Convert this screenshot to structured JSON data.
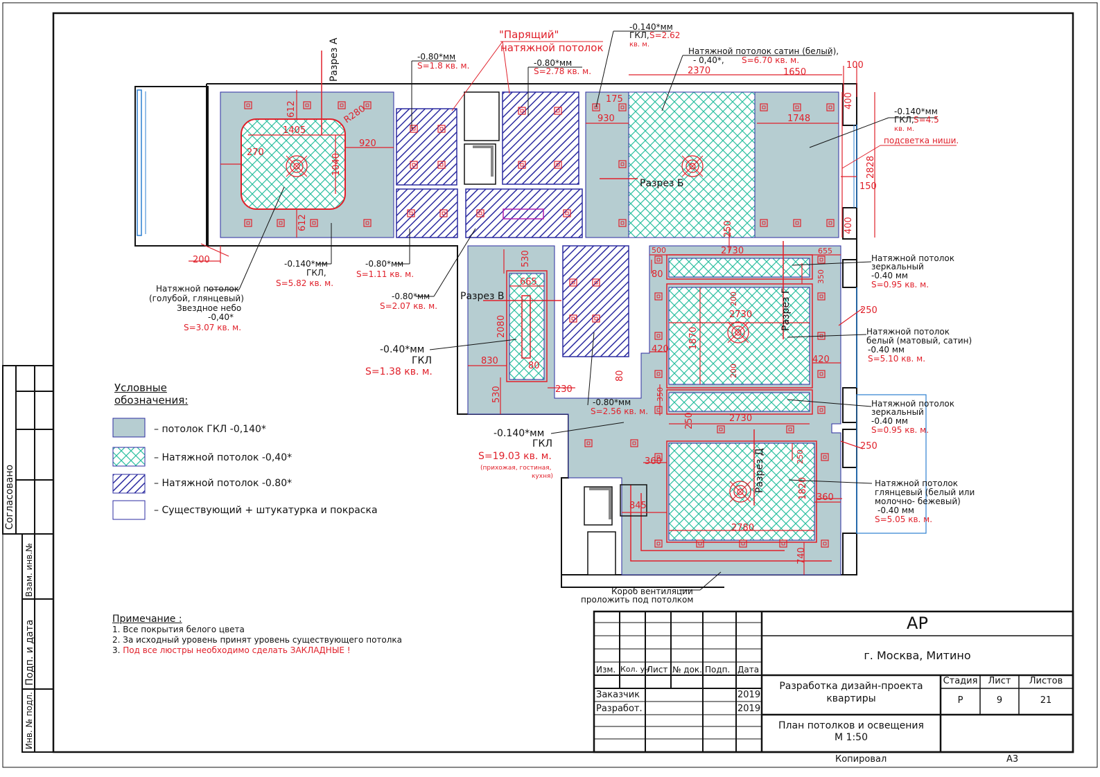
{
  "colors": {
    "gkl": "#b6cdd1",
    "stretch": "#2bbfa0",
    "deep": "#2b2ba0",
    "red": "#e0202a",
    "line": "#111111"
  },
  "labels": {
    "razrez_a": "Разрез А",
    "razrez_b": "Разрез Б",
    "razrez_v": "Разрез В",
    "razrez_g": "Разрез Г",
    "razrez_d": "Разрез Д",
    "floating_1": "\"Парящий\"",
    "floating_2": "натяжной потолок",
    "l1_a": "-0.80*мм",
    "l1_s": "S=1.8  кв. м.",
    "l2_a": "-0.80*мм",
    "l2_s": "S=2.78  кв. м.",
    "l3_a": "-0.140*мм",
    "l3_b": "ГКЛ,",
    "l3_s": "S=2.62",
    "l3_u": "кв. м.",
    "l4_a": "Натяжной потолок сатин (белый),",
    "l4_b": "-  0,40*,",
    "l4_s": "S=6.70  кв. м.",
    "l5_a": "-0.140*мм",
    "l5_b": "ГКЛ,",
    "l5_s": "S=4.5",
    "l5_u": "кв. м.",
    "l6": "подсветка ниши.",
    "l7_a": "-0.140*мм",
    "l7_b": "ГКЛ,",
    "l7_s": "S=5.82  кв. м.",
    "l8_a": "-0.80*мм",
    "l8_s": "S=1.11  кв. м.",
    "l9_a": "-0.80*мм",
    "l9_s": "S=2.07  кв. м.",
    "l10_a": "Натяжной потолок",
    "l10_b": "(голубой, глянцевый)",
    "l10_c": "Звездное небо",
    "l10_d": "-0,40*",
    "l10_s": "S=3.07  кв. м.",
    "l11_a": "-0.40*мм",
    "l11_b": "ГКЛ",
    "l11_s": "S=1.38  кв. м.",
    "l12_a": "Натяжной потолок",
    "l12_b": "зеркальный",
    "l12_c": "-0.40  мм",
    "l12_s": "S=0.95  кв. м.",
    "l13_a": "Натяжной потолок",
    "l13_b": "белый  (матовый, сатин)",
    "l13_c": "-0.40  мм",
    "l13_s": "S=5.10  кв. м.",
    "l14_a": "Натяжной потолок",
    "l14_b": "зеркальный",
    "l14_c": "-0.40  мм",
    "l14_s": "S=0.95  кв. м.",
    "l15_a": "-0.80*мм",
    "l15_s": "S=2.56  кв. м.",
    "l16_a": "-0.140*мм",
    "l16_b": "ГКЛ",
    "l16_s": "S=19.03  кв. м.",
    "l16_c": "(прихожая, гостиная,",
    "l16_d": "кухня)",
    "l17_a": "Натяжной потолок",
    "l17_b": "глянцевый (белый или",
    "l17_c": "молочно- бежевый)",
    "l17_d": "-0.40  мм",
    "l17_s": "S=5.05  кв. м.",
    "l18_a": "Короб вентиляции",
    "l18_b": "проложить под потолком"
  },
  "dims": {
    "d2370": "2370",
    "d1650": "1650",
    "d100": "100",
    "d175": "175",
    "d930": "930",
    "d1748": "1748",
    "d400a": "400",
    "d400b": "400",
    "d2828": "2828",
    "d150": "150",
    "d612a": "612",
    "d612b": "612",
    "d1405": "1405",
    "d1040": "1040",
    "dR280": "R280",
    "d920": "920",
    "d270": "270",
    "d200": "200",
    "d500": "500",
    "d2730a": "2730",
    "d655": "655",
    "d530a": "530",
    "d665": "665",
    "d80a": "80",
    "d350a": "350",
    "d200a": "200",
    "d2730b": "2730",
    "d1870": "1870",
    "d420a": "420",
    "d420b": "420",
    "d200b": "200",
    "d250a": "250",
    "d250b": "250",
    "d2080": "2080",
    "d830": "830",
    "d80b": "80",
    "d80c": "80",
    "d230": "230",
    "d530b": "530",
    "d350b": "350",
    "d250c": "250",
    "d2730c": "2730",
    "d250d": "250",
    "d250e": "250",
    "d360a": "360",
    "d845": "845",
    "d1820": "1820",
    "d360b": "360",
    "d2780": "2780",
    "d740": "740"
  },
  "legend": {
    "title_1": "Условные",
    "title_2": "обозначения:",
    "items": [
      {
        "label": "–  потолок ГКЛ  -0,140*"
      },
      {
        "label": "–  Натяжной потолок   -0,40*"
      },
      {
        "label": "–  Натяжной потолок  -0.80*"
      },
      {
        "label": "–  Существующий + штукатурка  и  покраска"
      }
    ]
  },
  "notes": {
    "title": "Примечание :",
    "n1": "1.  Все покрытия белого цвета",
    "n2": "2.  За исходный уровень принят уровень существующего потолка",
    "n3_prefix": "3.  ",
    "n3": "Под все люстры необходимо сделать ЗАКЛАДНЫЕ !"
  },
  "side_stamp": {
    "soglasovano": "Согласовано",
    "vzam": "Взам. инв.№",
    "podp": "Подп. и дата",
    "inv": "Инв. № подл."
  },
  "title_block": {
    "code": "АР",
    "location": "г. Москва, Митино",
    "project_1": "Разработка дизайн-проекта",
    "project_2": "квартиры",
    "sheet_title_1": "План потолков и освещения",
    "sheet_title_2": "М 1:50",
    "headers": [
      "Изм.",
      "Кол. уч",
      "Лист",
      "№ док.",
      "Подп.",
      "Дата"
    ],
    "rows": [
      {
        "role": "Заказчик",
        "year": "2019"
      },
      {
        "role": "Разработ.",
        "year": "2019"
      }
    ],
    "stage_h": "Стадия",
    "sheet_h": "Лист",
    "sheets_h": "Листов",
    "stage": "Р",
    "sheet": "9",
    "sheets": "21",
    "copied": "Копировал",
    "format": "А3"
  }
}
